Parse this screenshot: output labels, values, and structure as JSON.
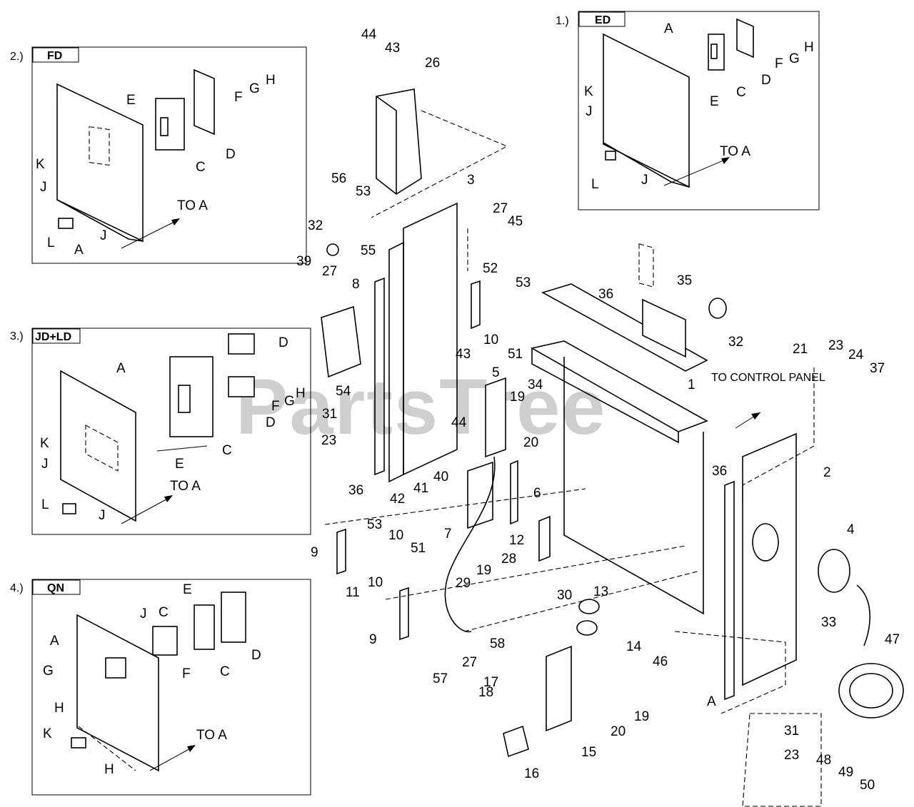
{
  "watermark": "PartsTree",
  "insets": [
    {
      "index": "1.)",
      "title": "ED",
      "labels": [
        "A",
        "D",
        "H",
        "G",
        "F",
        "K",
        "C",
        "E",
        "J",
        "TO A",
        "L",
        "J"
      ]
    },
    {
      "index": "2.)",
      "title": "FD",
      "labels": [
        "E",
        "H",
        "G",
        "F",
        "D",
        "C",
        "K",
        "J",
        "TO A",
        "L",
        "A",
        "J"
      ]
    },
    {
      "index": "3.)",
      "title": "JD+LD",
      "labels": [
        "D",
        "A",
        "H",
        "G",
        "F",
        "D",
        "K",
        "J",
        "C",
        "E",
        "TO A",
        "L",
        "J"
      ]
    },
    {
      "index": "4.)",
      "title": "QN",
      "labels": [
        "C",
        "E",
        "J",
        "A",
        "F",
        "D",
        "C",
        "G",
        "H",
        "K",
        "TO A",
        "H"
      ]
    }
  ],
  "callouts": [
    "44",
    "43",
    "26",
    "56",
    "53",
    "3",
    "27",
    "45",
    "32",
    "55",
    "52",
    "53",
    "39",
    "27",
    "8",
    "36",
    "35",
    "10",
    "51",
    "32",
    "43",
    "21",
    "23",
    "24",
    "37",
    "54",
    "5",
    "19",
    "34",
    "1",
    "TO CONTROL PANEL",
    "31",
    "44",
    "23",
    "20",
    "36",
    "2",
    "40",
    "41",
    "6",
    "42",
    "36",
    "7",
    "12",
    "9",
    "53",
    "10",
    "51",
    "4",
    "28",
    "11",
    "10",
    "19",
    "29",
    "30",
    "13",
    "9",
    "58",
    "14",
    "33",
    "47",
    "57",
    "27",
    "46",
    "18",
    "17",
    "20",
    "19",
    "15",
    "A",
    "31",
    "23",
    "16",
    "48",
    "49",
    "50"
  ]
}
